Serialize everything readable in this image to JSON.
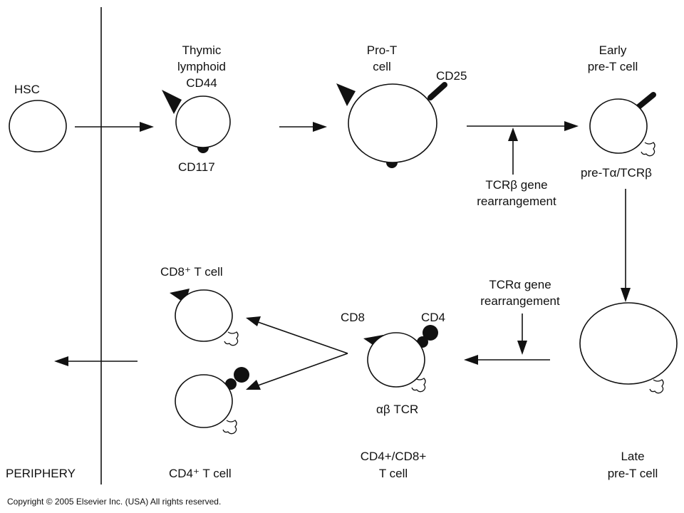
{
  "labels": {
    "hsc": "HSC",
    "thymic_1": "Thymic",
    "thymic_2": "lymphoid",
    "thymic_3": "CD44",
    "cd117": "CD117",
    "prot_1": "Pro-T",
    "prot_2": "cell",
    "cd25": "CD25",
    "early_1": "Early",
    "early_2": "pre-T cell",
    "tcrb_1": "TCRβ gene",
    "tcrb_2": "rearrangement",
    "pretcr": "pre-Tα/TCRβ",
    "cd8t": "CD8⁺ T cell",
    "cd4t": "CD4⁺ T cell",
    "tcra_1": "TCRα gene",
    "tcra_2": "rearrangement",
    "cd8": "CD8",
    "cd4": "CD4",
    "abtcr": "αβ TCR",
    "dp_1": "CD4+/CD8+",
    "dp_2": "T cell",
    "late_1": "Late",
    "late_2": "pre-T cell",
    "periphery": "PERIPHERY"
  },
  "copyright": "Copyright © 2005 Elsevier Inc. (USA) All rights reserved."
}
